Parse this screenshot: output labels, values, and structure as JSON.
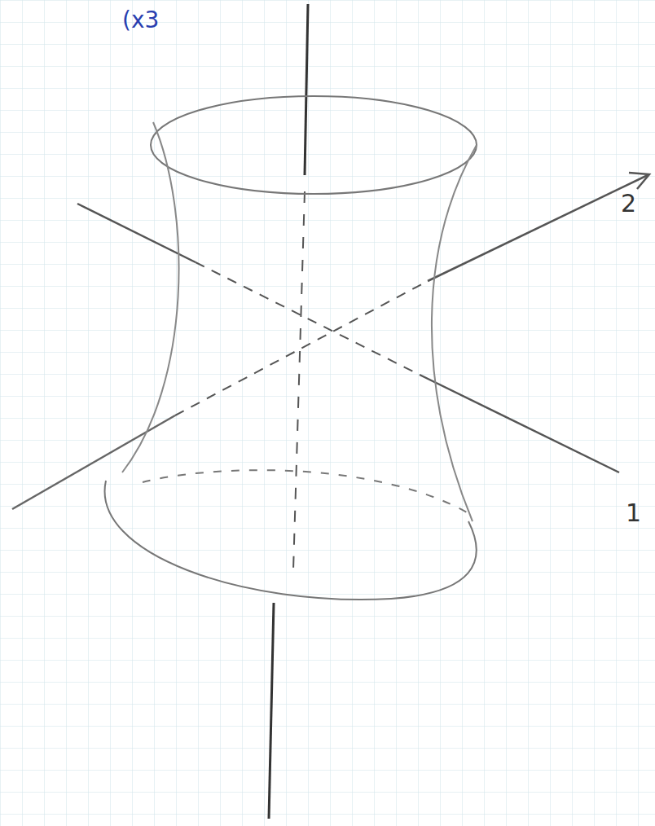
{
  "diagram": {
    "labels": [
      "(x3",
      "2",
      "1"
    ]
  }
}
